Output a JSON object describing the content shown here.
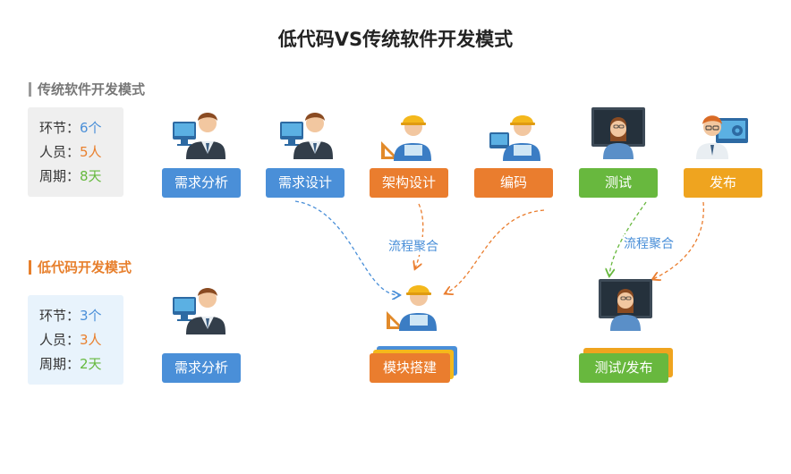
{
  "title": "低代码VS传统软件开发模式",
  "traditional": {
    "heading": "传统软件开发模式",
    "stats": [
      {
        "label": "环节：",
        "value": "6个"
      },
      {
        "label": "人员：",
        "value": "5人"
      },
      {
        "label": "周期：",
        "value": "8天"
      }
    ],
    "steps": [
      "需求分析",
      "需求设计",
      "架构设计",
      "编码",
      "测试",
      "发布"
    ]
  },
  "lowcode": {
    "heading": "低代码开发模式",
    "stats": [
      {
        "label": "环节：",
        "value": "3个"
      },
      {
        "label": "人员：",
        "value": "3人"
      },
      {
        "label": "周期：",
        "value": "2天"
      }
    ],
    "steps": [
      "需求分析",
      "模块搭建",
      "测试/发布"
    ]
  },
  "flow_labels": [
    "流程聚合",
    "流程聚合"
  ],
  "colors": {
    "blue": "#4a8fd8",
    "orange": "#ea7d2e",
    "green": "#68b83e",
    "yellow": "#efa41f",
    "title": "#222222",
    "grey": "#9a9a9a"
  },
  "icons": {
    "analyst": "businessman-at-monitor-icon",
    "engineer": "hardhat-engineer-icon",
    "tester": "woman-at-board-icon",
    "publisher": "man-with-gear-icon"
  }
}
